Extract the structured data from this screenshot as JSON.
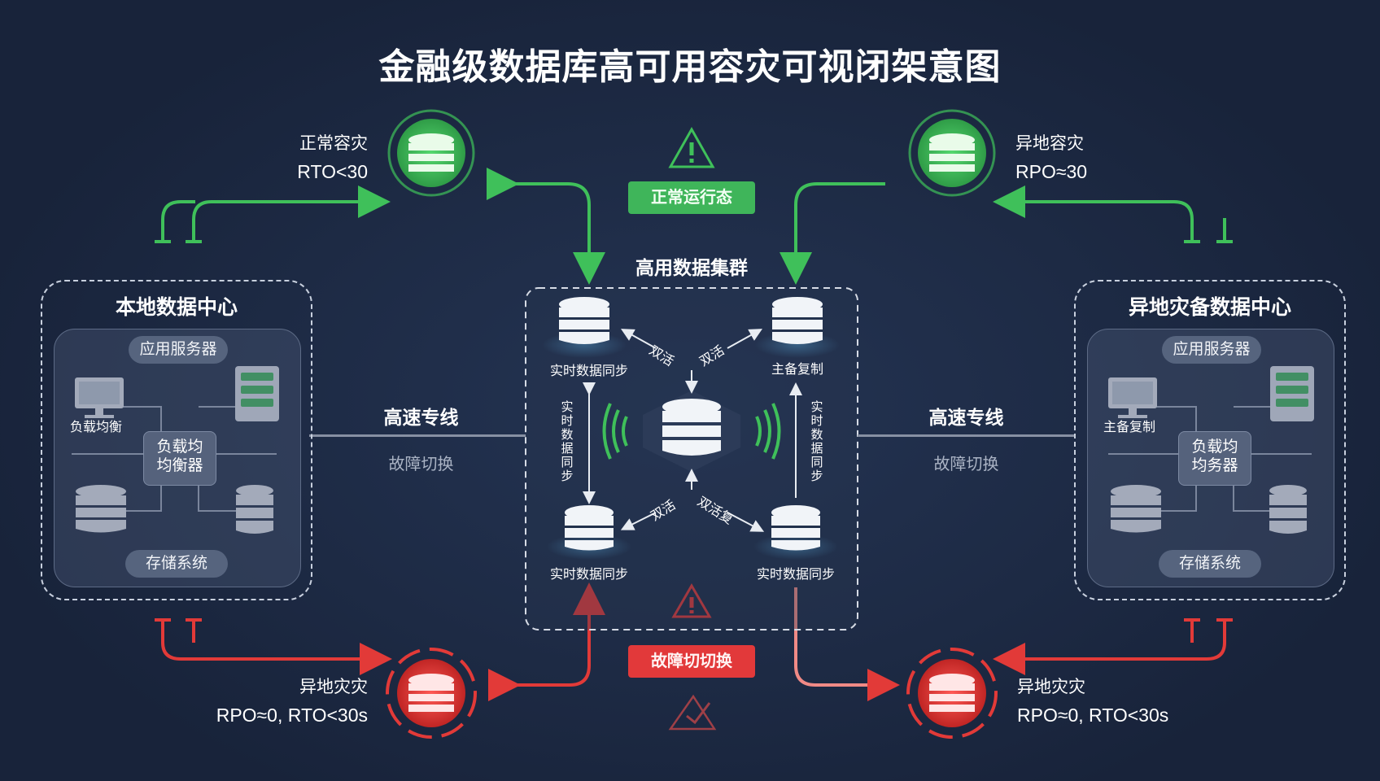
{
  "title": "金融级数据库高可用容灾可视闭架意图",
  "top_left": {
    "line1": "正常容灾",
    "line2": "RTO<30"
  },
  "top_right": {
    "line1": "异地容灾",
    "line2": "RPO≈30"
  },
  "status_normal": "正常运行态",
  "status_fault": "故障切切换",
  "bottom_left": {
    "line1": "异地灾灾",
    "line2": "RPO≈0, RTO<30s"
  },
  "bottom_right": {
    "line1": "异地灾灾",
    "line2": "RPO≈0, RTO<30s"
  },
  "cluster": {
    "title": "高用数据集群",
    "tl_label": "实时数据同步",
    "tr_label": "主备复制",
    "bl_label": "实时数据同步",
    "br_label": "实时数据同步",
    "link_tl": "双活",
    "link_tr": "双活",
    "link_bl": "双活",
    "link_br": "双活复",
    "left_vertical": "实时数据同步",
    "right_vertical": "实时数据同步"
  },
  "left_dc": {
    "title": "本地数据中心",
    "app_server": "应用服务器",
    "lb_label": "负载均衡",
    "lb_box_line1": "负载均",
    "lb_box_line2": "均衡器",
    "storage": "存储系统"
  },
  "right_dc": {
    "title": "异地灾备数据中心",
    "app_server": "应用服务器",
    "lb_label": "主备复制",
    "lb_box_line1": "负载均",
    "lb_box_line2": "均务器",
    "storage": "存储系统"
  },
  "link_left": {
    "title": "高速专线",
    "sub": "故障切换"
  },
  "link_right": {
    "title": "高速专线",
    "sub": "故障切换"
  },
  "colors": {
    "green": "#3fc05a",
    "red": "#e23a38",
    "bg": "#1d2a44"
  }
}
